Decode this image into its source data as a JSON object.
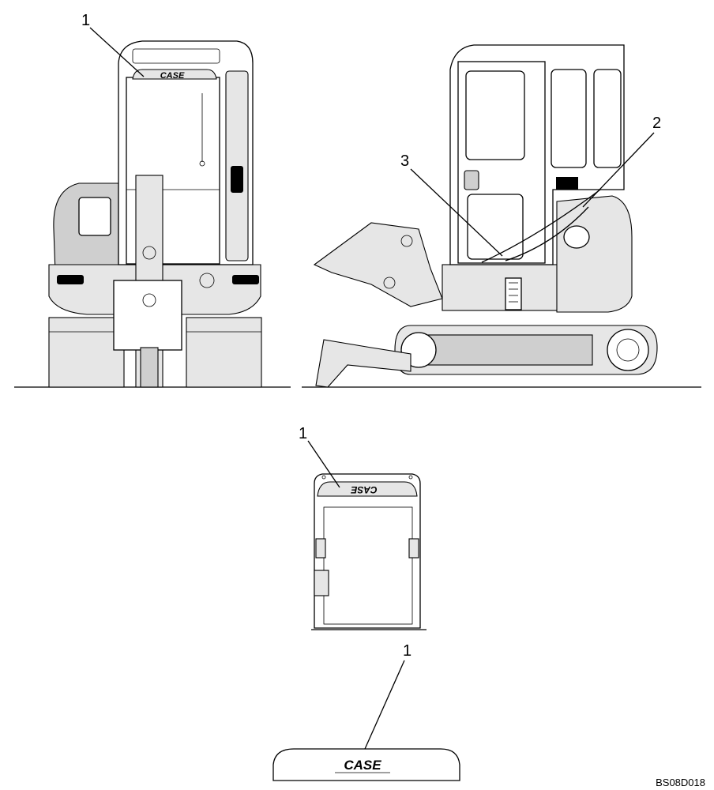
{
  "callouts": {
    "front_decal": "1",
    "side_decal_rear": "2",
    "side_decal_front": "3",
    "door_decal": "1",
    "detail_decal": "1"
  },
  "decal_text": "CASE",
  "figure_id": "BS08D018"
}
